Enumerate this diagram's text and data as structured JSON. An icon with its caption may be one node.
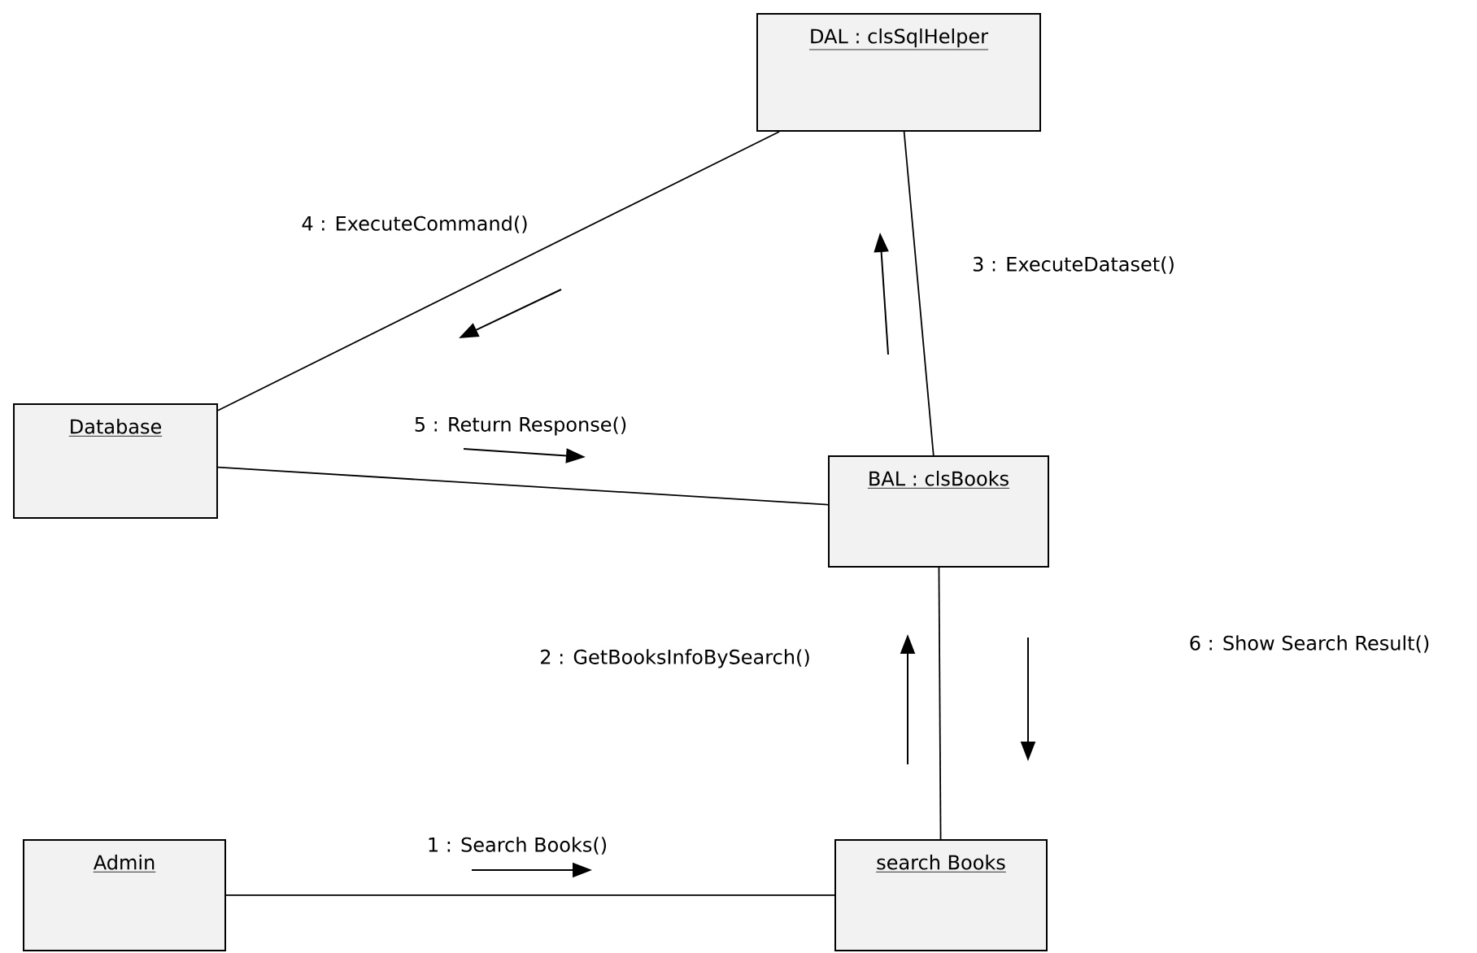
{
  "diagram": {
    "nodes": [
      {
        "text": [
          "DAL : clsSqlHelper"
        ]
      },
      {
        "text": [
          "Database"
        ]
      },
      {
        "text": [
          "BAL : clsBooks"
        ]
      },
      {
        "text": [
          "Admin"
        ]
      },
      {
        "text": [
          "search Books"
        ]
      }
    ],
    "edges": [
      {
        "from": 1,
        "to": 0,
        "arrow": "none"
      },
      {
        "from": 2,
        "to": 0,
        "arrow": "none"
      },
      {
        "from": 1,
        "to": 2,
        "arrow": "none"
      },
      {
        "from": 2,
        "to": 4,
        "arrow": "none"
      },
      {
        "from": 3,
        "to": 4,
        "arrow": "none"
      }
    ],
    "labels": [
      "4 : ExecuteCommand()",
      "3 : ExecuteDataset()",
      "5 : Return Response()",
      "2 : GetBooksInfoBySearch()",
      "6 : Show Search Result()",
      "1 : Search Books()"
    ]
  }
}
